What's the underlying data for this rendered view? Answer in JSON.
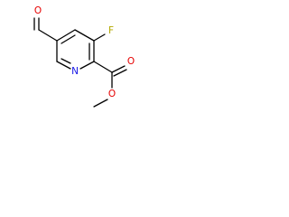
{
  "molecule": {
    "atoms": {
      "fluorine": {
        "label": "F",
        "color": "#b3a800"
      },
      "ring_nitrogen": {
        "label": "N",
        "color": "#1515e6"
      },
      "aldehyde_oxygen": {
        "label": "O",
        "color": "#e60000"
      },
      "carbonyl_oxygen": {
        "label": "O",
        "color": "#e60000"
      },
      "ester_oxygen": {
        "label": "O",
        "color": "#e60000"
      }
    },
    "bond_color": "#000000"
  }
}
